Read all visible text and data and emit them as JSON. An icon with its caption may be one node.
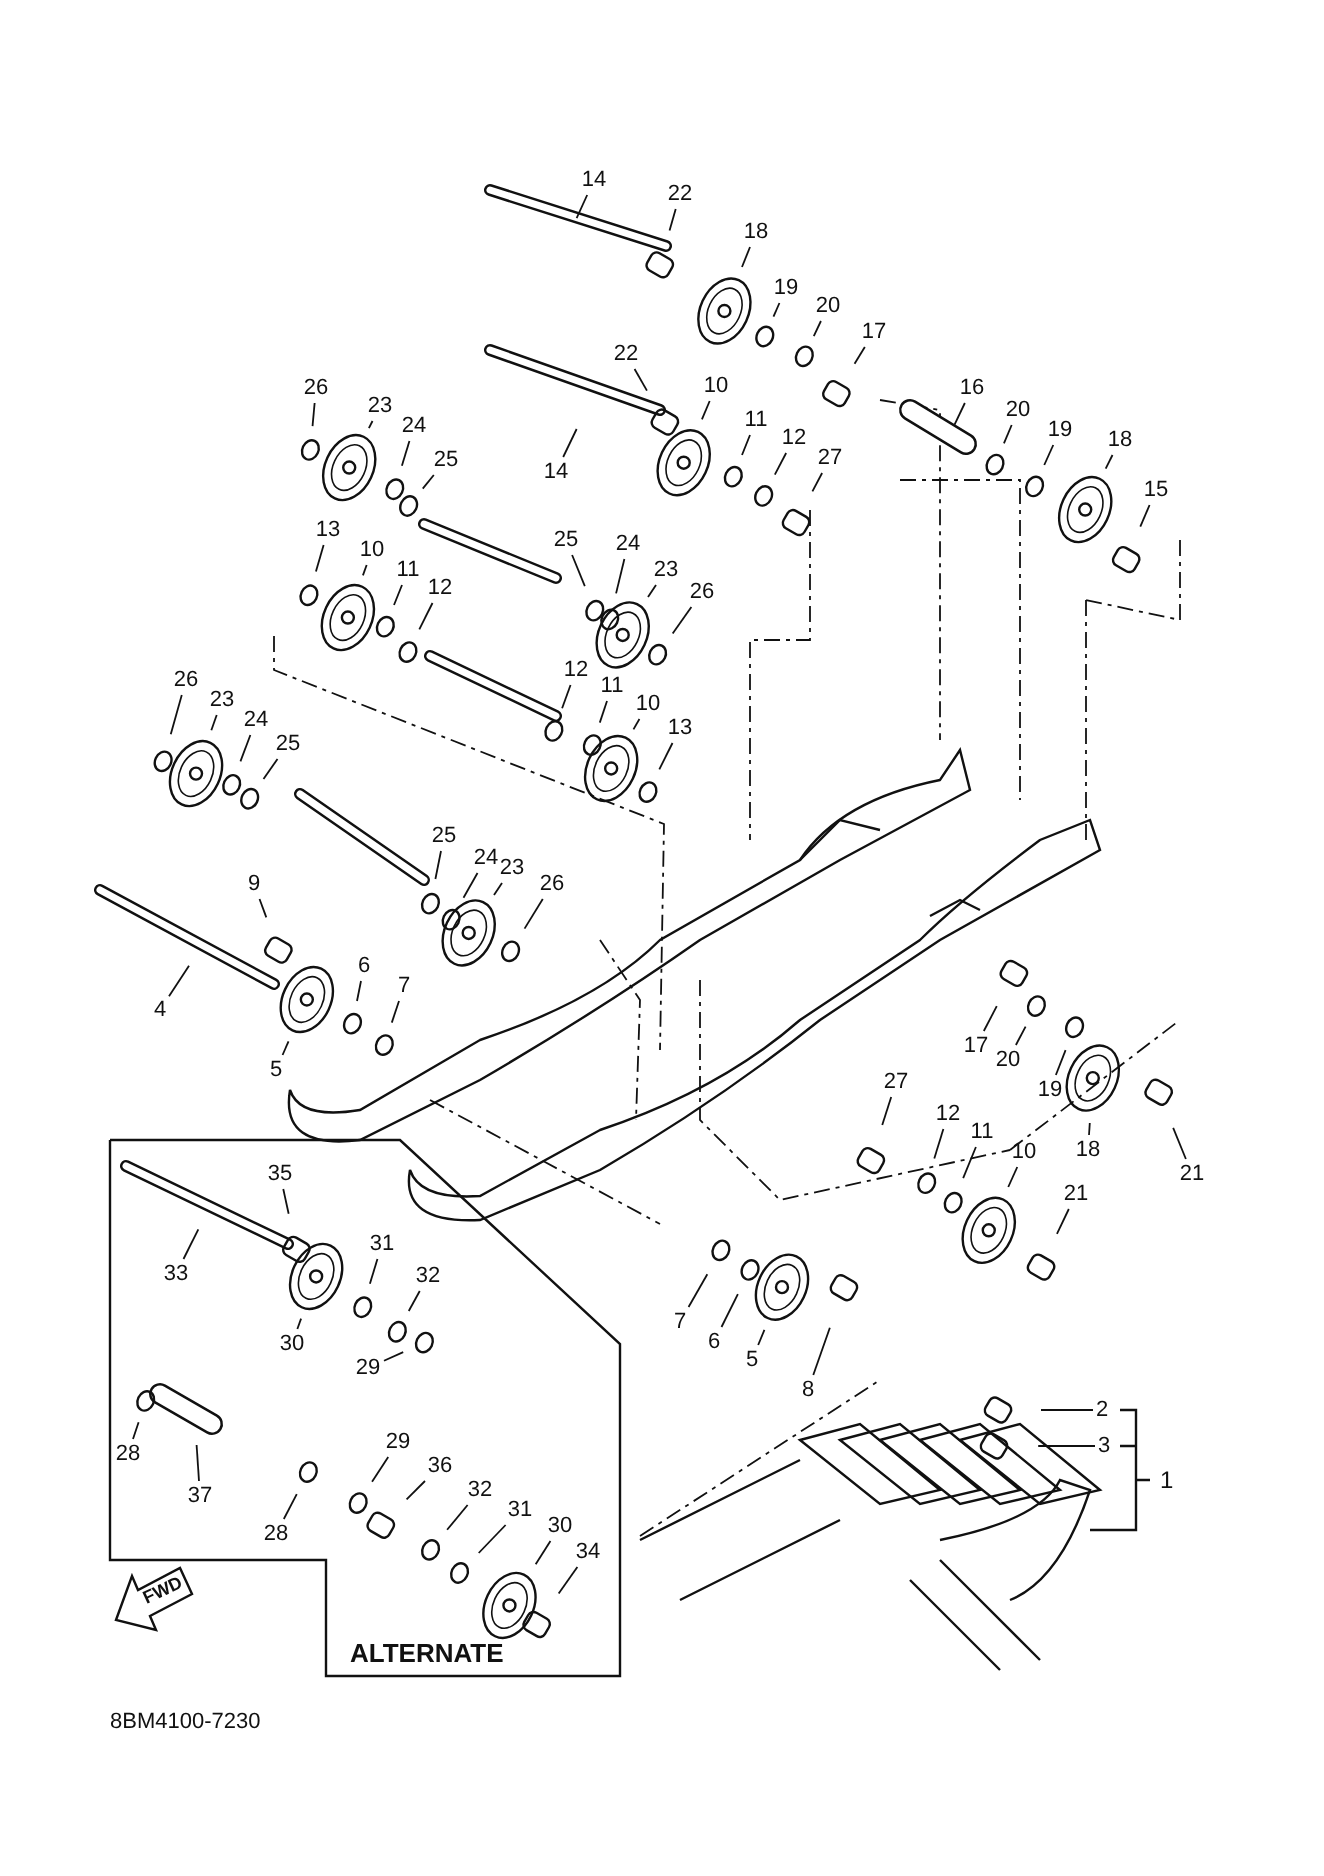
{
  "diagram": {
    "nodes": [
      {
        "text": [
          "14"
        ]
      },
      {
        "text": [
          "22"
        ]
      },
      {
        "text": [
          "18"
        ]
      },
      {
        "text": [
          "19"
        ]
      },
      {
        "text": [
          "20"
        ]
      },
      {
        "text": [
          "17"
        ]
      },
      {
        "text": [
          "22"
        ]
      },
      {
        "text": [
          "14"
        ]
      },
      {
        "text": [
          "10"
        ]
      },
      {
        "text": [
          "11"
        ]
      },
      {
        "text": [
          "12"
        ]
      },
      {
        "text": [
          "27"
        ]
      },
      {
        "text": [
          "16"
        ]
      },
      {
        "text": [
          "20"
        ]
      },
      {
        "text": [
          "19"
        ]
      },
      {
        "text": [
          "18"
        ]
      },
      {
        "text": [
          "15"
        ]
      },
      {
        "text": [
          "26"
        ]
      },
      {
        "text": [
          "23"
        ]
      },
      {
        "text": [
          "24"
        ]
      },
      {
        "text": [
          "25"
        ]
      },
      {
        "text": [
          "13"
        ]
      },
      {
        "text": [
          "10"
        ]
      },
      {
        "text": [
          "11"
        ]
      },
      {
        "text": [
          "12"
        ]
      },
      {
        "text": [
          "25"
        ]
      },
      {
        "text": [
          "24"
        ]
      },
      {
        "text": [
          "23"
        ]
      },
      {
        "text": [
          "26"
        ]
      },
      {
        "text": [
          "12"
        ]
      },
      {
        "text": [
          "11"
        ]
      },
      {
        "text": [
          "10"
        ]
      },
      {
        "text": [
          "13"
        ]
      },
      {
        "text": [
          "26"
        ]
      },
      {
        "text": [
          "23"
        ]
      },
      {
        "text": [
          "24"
        ]
      },
      {
        "text": [
          "25"
        ]
      },
      {
        "text": [
          "9"
        ]
      },
      {
        "text": [
          "4"
        ]
      },
      {
        "text": [
          "25"
        ]
      },
      {
        "text": [
          "24"
        ]
      },
      {
        "text": [
          "23"
        ]
      },
      {
        "text": [
          "26"
        ]
      },
      {
        "text": [
          "5"
        ]
      },
      {
        "text": [
          "6"
        ]
      },
      {
        "text": [
          "7"
        ]
      },
      {
        "text": [
          "17"
        ]
      },
      {
        "text": [
          "20"
        ]
      },
      {
        "text": [
          "19"
        ]
      },
      {
        "text": [
          "18"
        ]
      },
      {
        "text": [
          "21"
        ]
      },
      {
        "text": [
          "27"
        ]
      },
      {
        "text": [
          "12"
        ]
      },
      {
        "text": [
          "11"
        ]
      },
      {
        "text": [
          "10"
        ]
      },
      {
        "text": [
          "21"
        ]
      },
      {
        "text": [
          "7"
        ]
      },
      {
        "text": [
          "6"
        ]
      },
      {
        "text": [
          "5"
        ]
      },
      {
        "text": [
          "8"
        ]
      },
      {
        "text": [
          "2"
        ]
      },
      {
        "text": [
          "3"
        ]
      },
      {
        "text": [
          "35"
        ]
      },
      {
        "text": [
          "33"
        ]
      },
      {
        "text": [
          "31"
        ]
      },
      {
        "text": [
          "32"
        ]
      },
      {
        "text": [
          "30"
        ]
      },
      {
        "text": [
          "29"
        ]
      },
      {
        "text": [
          "28"
        ]
      },
      {
        "text": [
          "37"
        ]
      },
      {
        "text": [
          "28"
        ]
      },
      {
        "text": [
          "29"
        ]
      },
      {
        "text": [
          "36"
        ]
      },
      {
        "text": [
          "32"
        ]
      },
      {
        "text": [
          "31"
        ]
      },
      {
        "text": [
          "30"
        ]
      },
      {
        "text": [
          "34"
        ]
      }
    ],
    "edges": [
      {
        "from": 0,
        "to": null,
        "arrow": "none"
      },
      {
        "from": 1,
        "to": null,
        "arrow": "none"
      },
      {
        "from": 2,
        "to": null,
        "arrow": "none"
      },
      {
        "from": 3,
        "to": null,
        "arrow": "none"
      },
      {
        "from": 4,
        "to": null,
        "arrow": "none"
      },
      {
        "from": 5,
        "to": null,
        "arrow": "none"
      },
      {
        "from": 6,
        "to": null,
        "arrow": "none"
      },
      {
        "from": 7,
        "to": null,
        "arrow": "none"
      },
      {
        "from": 8,
        "to": null,
        "arrow": "none"
      },
      {
        "from": 9,
        "to": null,
        "arrow": "none"
      },
      {
        "from": 10,
        "to": null,
        "arrow": "none"
      },
      {
        "from": 11,
        "to": null,
        "arrow": "none"
      },
      {
        "from": 12,
        "to": null,
        "arrow": "none"
      },
      {
        "from": 13,
        "to": null,
        "arrow": "none"
      },
      {
        "from": 14,
        "to": null,
        "arrow": "none"
      },
      {
        "from": 15,
        "to": null,
        "arrow": "none"
      },
      {
        "from": 16,
        "to": null,
        "arrow": "none"
      },
      {
        "from": 17,
        "to": null,
        "arrow": "none"
      },
      {
        "from": 18,
        "to": null,
        "arrow": "none"
      },
      {
        "from": 19,
        "to": null,
        "arrow": "none"
      },
      {
        "from": 20,
        "to": null,
        "arrow": "none"
      },
      {
        "from": 21,
        "to": null,
        "arrow": "none"
      },
      {
        "from": 22,
        "to": null,
        "arrow": "none"
      },
      {
        "from": 23,
        "to": null,
        "arrow": "none"
      },
      {
        "from": 24,
        "to": null,
        "arrow": "none"
      },
      {
        "from": 25,
        "to": null,
        "arrow": "none"
      },
      {
        "from": 26,
        "to": null,
        "arrow": "none"
      },
      {
        "from": 27,
        "to": null,
        "arrow": "none"
      },
      {
        "from": 28,
        "to": null,
        "arrow": "none"
      },
      {
        "from": 29,
        "to": null,
        "arrow": "none"
      },
      {
        "from": 30,
        "to": null,
        "arrow": "none"
      },
      {
        "from": 31,
        "to": null,
        "arrow": "none"
      },
      {
        "from": 32,
        "to": null,
        "arrow": "none"
      },
      {
        "from": 33,
        "to": null,
        "arrow": "none"
      },
      {
        "from": 34,
        "to": null,
        "arrow": "none"
      },
      {
        "from": 35,
        "to": null,
        "arrow": "none"
      },
      {
        "from": 36,
        "to": null,
        "arrow": "none"
      },
      {
        "from": 37,
        "to": null,
        "arrow": "none"
      },
      {
        "from": 38,
        "to": null,
        "arrow": "none"
      },
      {
        "from": 39,
        "to": null,
        "arrow": "none"
      },
      {
        "from": 40,
        "to": null,
        "arrow": "none"
      },
      {
        "from": 41,
        "to": null,
        "arrow": "none"
      },
      {
        "from": 42,
        "to": null,
        "arrow": "none"
      },
      {
        "from": 43,
        "to": null,
        "arrow": "none"
      },
      {
        "from": 44,
        "to": null,
        "arrow": "none"
      },
      {
        "from": 45,
        "to": null,
        "arrow": "none"
      },
      {
        "from": 46,
        "to": null,
        "arrow": "none"
      },
      {
        "from": 47,
        "to": null,
        "arrow": "none"
      },
      {
        "from": 48,
        "to": null,
        "arrow": "none"
      },
      {
        "from": 49,
        "to": null,
        "arrow": "none"
      },
      {
        "from": 50,
        "to": null,
        "arrow": "none"
      },
      {
        "from": 51,
        "to": null,
        "arrow": "none"
      },
      {
        "from": 52,
        "to": null,
        "arrow": "none"
      },
      {
        "from": 53,
        "to": null,
        "arrow": "none"
      },
      {
        "from": 54,
        "to": null,
        "arrow": "none"
      },
      {
        "from": 55,
        "to": null,
        "arrow": "none"
      },
      {
        "from": 56,
        "to": null,
        "arrow": "none"
      },
      {
        "from": 57,
        "to": null,
        "arrow": "none"
      },
      {
        "from": 58,
        "to": null,
        "arrow": "none"
      },
      {
        "from": 59,
        "to": null,
        "arrow": "none"
      },
      {
        "from": 60,
        "to": null,
        "arrow": "none"
      },
      {
        "from": 61,
        "to": null,
        "arrow": "none"
      },
      {
        "from": 62,
        "to": null,
        "arrow": "none"
      },
      {
        "from": 63,
        "to": null,
        "arrow": "none"
      },
      {
        "from": 64,
        "to": null,
        "arrow": "none"
      },
      {
        "from": 65,
        "to": null,
        "arrow": "none"
      },
      {
        "from": 66,
        "to": null,
        "arrow": "none"
      },
      {
        "from": 67,
        "to": null,
        "arrow": "none"
      },
      {
        "from": 68,
        "to": null,
        "arrow": "none"
      },
      {
        "from": 69,
        "to": null,
        "arrow": "none"
      },
      {
        "from": 70,
        "to": null,
        "arrow": "none"
      },
      {
        "from": 71,
        "to": null,
        "arrow": "none"
      },
      {
        "from": 72,
        "to": null,
        "arrow": "none"
      },
      {
        "from": 73,
        "to": null,
        "arrow": "none"
      },
      {
        "from": 74,
        "to": null,
        "arrow": "none"
      },
      {
        "from": 75,
        "to": null,
        "arrow": "none"
      },
      {
        "from": 76,
        "to": null,
        "arrow": "none"
      }
    ],
    "labels": [
      "1",
      "FWD",
      "ALTERNATE",
      "8BM4100-7230"
    ]
  }
}
